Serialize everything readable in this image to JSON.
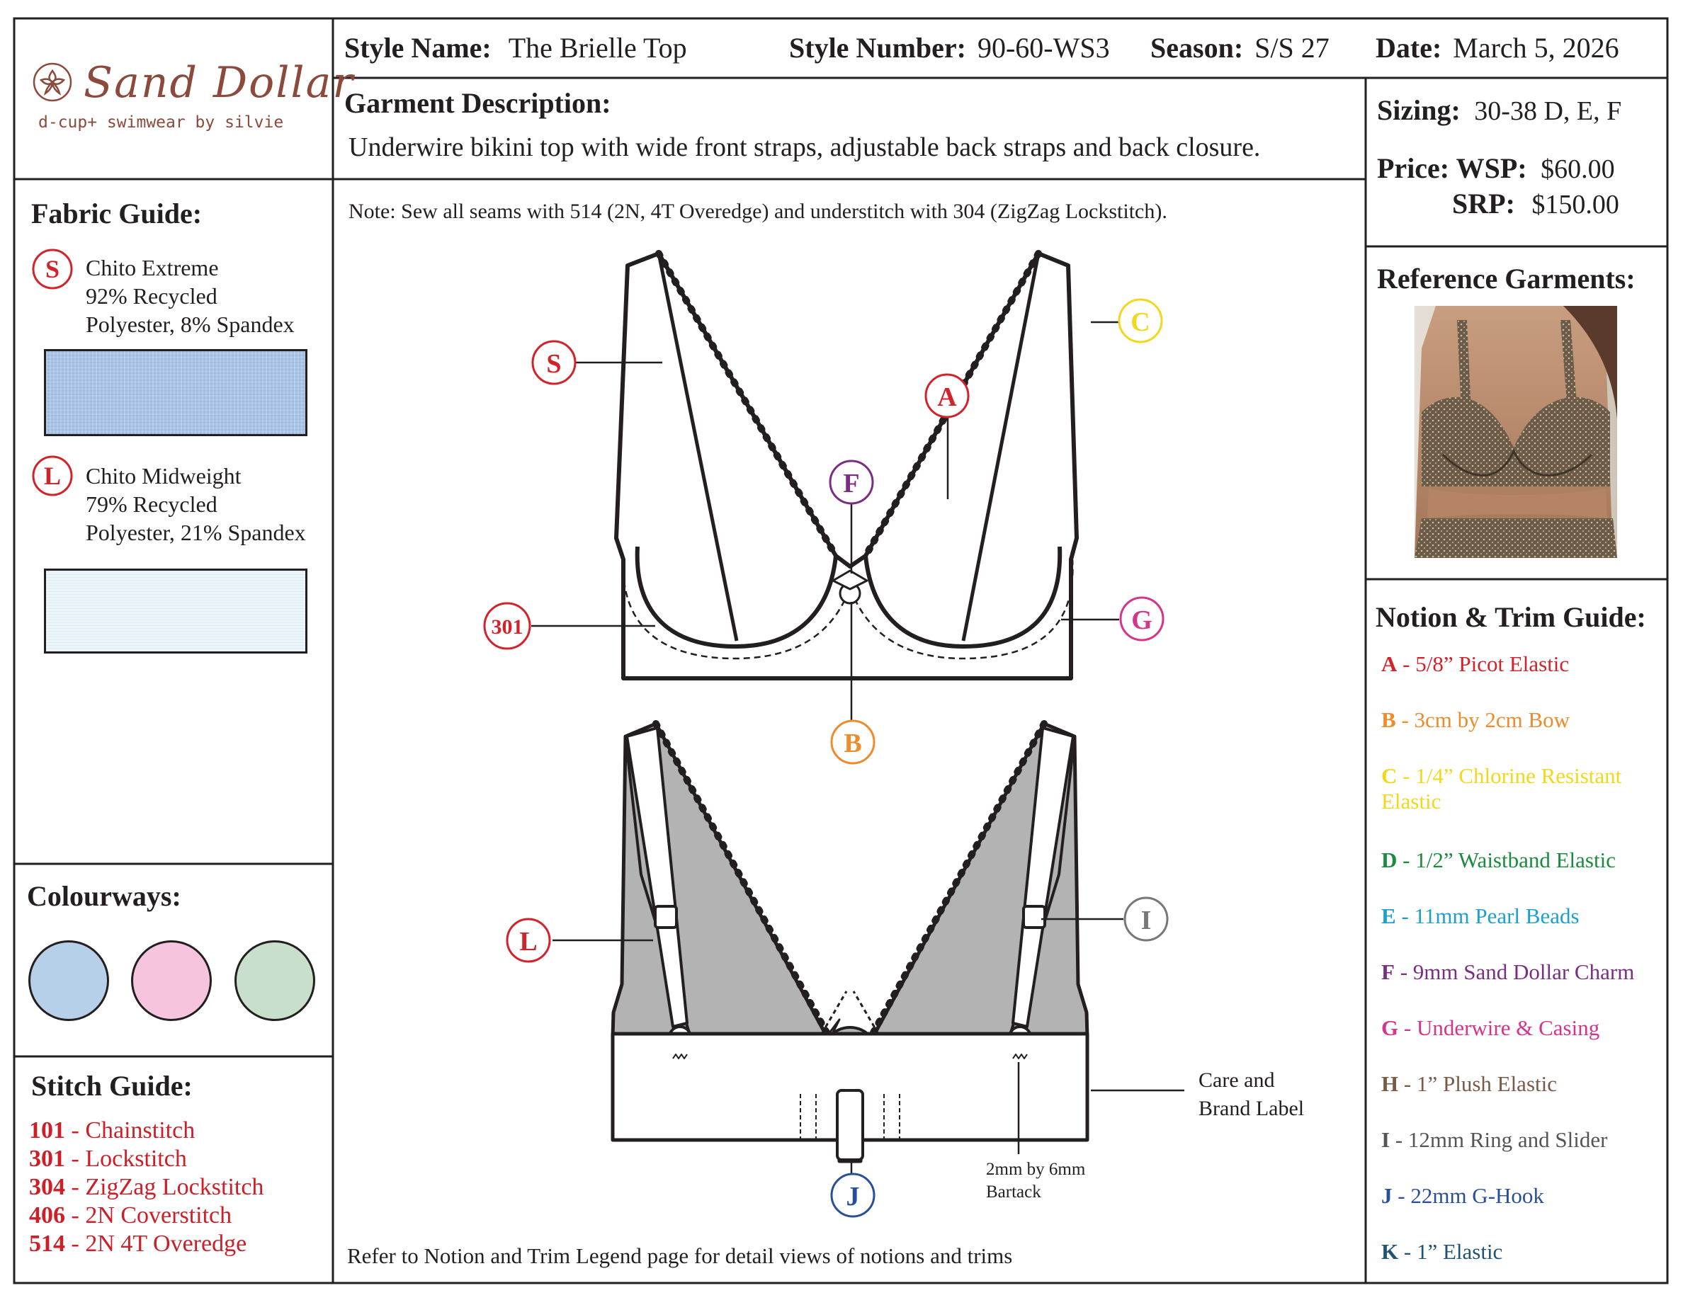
{
  "header": {
    "style_name_label": "Style Name:",
    "style_name": "The Brielle Top",
    "style_number_label": "Style Number:",
    "style_number": "90-60-WS3",
    "season_label": "Season:",
    "season": "S/S 27",
    "date_label": "Date:",
    "date": "March 5, 2026"
  },
  "logo": {
    "brand": "Sand Dollar",
    "tagline": "d-cup+ swimwear by silvie"
  },
  "description": {
    "title": "Garment Description:",
    "text": "Underwire bikini top with wide front straps, adjustable back straps and back closure."
  },
  "sizing": {
    "label": "Sizing:",
    "value": "30-38 D, E, F",
    "price_label": "Price:",
    "wsp_label": "WSP:",
    "wsp_value": "$60.00",
    "srp_label": "SRP:",
    "srp_value": "$150.00"
  },
  "fabric_guide": {
    "title": "Fabric Guide:",
    "items": [
      {
        "code": "S",
        "name": "Chito Extreme",
        "line2": "92% Recycled",
        "line3": "Polyester, 8% Spandex",
        "swatch_color": "#a9c4e6"
      },
      {
        "code": "L",
        "name": "Chito Midweight",
        "line2": "79% Recycled",
        "line3": "Polyester, 21% Spandex",
        "swatch_color": "#eef6fd"
      }
    ]
  },
  "colourways": {
    "title": "Colourways:",
    "colors": [
      "#b5d0e8",
      "#f7c4dd",
      "#c8dfcb"
    ]
  },
  "stitch_guide": {
    "title": "Stitch Guide:",
    "items": [
      {
        "code": "101",
        "name": "Chainstitch"
      },
      {
        "code": "301",
        "name": "Lockstitch"
      },
      {
        "code": "304",
        "name": "ZigZag Lockstitch"
      },
      {
        "code": "406",
        "name": "2N Coverstitch"
      },
      {
        "code": "514",
        "name": "2N 4T Overedge"
      }
    ]
  },
  "note": "Note: Sew all seams with 514 (2N, 4T Overedge) and understitch with 304 (ZigZag Lockstitch).",
  "footer_note": "Refer to Notion and Trim Legend page for detail views of notions and trims",
  "reference": {
    "title": "Reference Garments:"
  },
  "notion_guide": {
    "title": "Notion & Trim Guide:",
    "items": [
      {
        "code": "A",
        "text": "5/8” Picot Elastic",
        "color": "#d2232a"
      },
      {
        "code": "B",
        "text": "3cm by 2cm Bow",
        "color": "#ef8b2b"
      },
      {
        "code": "C",
        "text": "1/4” Chlorine Resistant",
        "text2": "Elastic",
        "color": "#f2d81c"
      },
      {
        "code": "D",
        "text": "1/2” Waistband Elastic",
        "color": "#1b8c3f"
      },
      {
        "code": "E",
        "text": "11mm Pearl Beads",
        "color": "#1e9fd0"
      },
      {
        "code": "F",
        "text": "9mm Sand Dollar Charm",
        "color": "#7a2e82"
      },
      {
        "code": "G",
        "text": "Underwire & Casing",
        "color": "#d6338a"
      },
      {
        "code": "H",
        "text": "1” Plush Elastic",
        "color": "#7a5a45"
      },
      {
        "code": "I",
        "text": "12mm Ring and Slider",
        "color": "#555555"
      },
      {
        "code": "J",
        "text": "22mm G-Hook",
        "color": "#2a4f9a"
      },
      {
        "code": "K",
        "text": "1” Elastic",
        "color": "#1f5470"
      }
    ]
  },
  "callouts": {
    "S": {
      "label": "S",
      "color": "#d2232a"
    },
    "A": {
      "label": "A",
      "color": "#d2232a"
    },
    "F": {
      "label": "F",
      "color": "#7a2e82"
    },
    "C": {
      "label": "C",
      "color": "#f2d81c"
    },
    "G": {
      "label": "G",
      "color": "#d6338a"
    },
    "B": {
      "label": "B",
      "color": "#ef8b2b"
    },
    "s301": {
      "label": "301",
      "color": "#d2232a"
    },
    "L": {
      "label": "L",
      "color": "#d2232a"
    },
    "I": {
      "label": "I",
      "color": "#777777"
    },
    "J": {
      "label": "J",
      "color": "#2a4f9a"
    }
  },
  "annotations": {
    "care_label_1": "Care and",
    "care_label_2": "Brand Label",
    "bartack_1": "2mm by 6mm",
    "bartack_2": "Bartack"
  }
}
